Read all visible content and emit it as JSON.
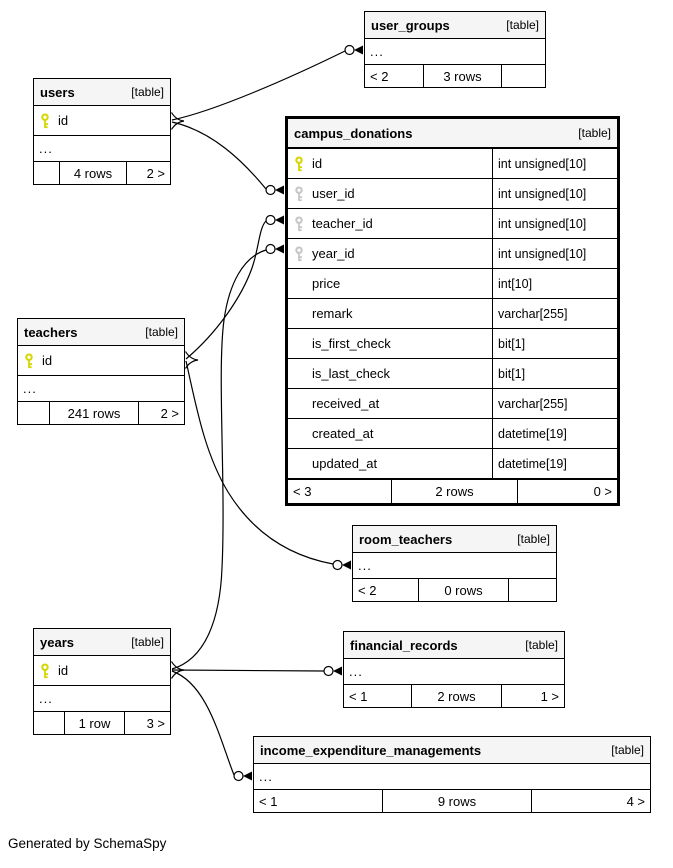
{
  "diagram": {
    "generator_note": "Generated by SchemaSpy"
  },
  "colors": {
    "primary_key_icon": "#d6d600",
    "foreign_key_icon": "#c6c6c6",
    "header_background": "#f5f5f5",
    "border": "#000000"
  },
  "tables": {
    "user_groups": {
      "name": "user_groups",
      "badge": "[table]",
      "ellipsis": "...",
      "footer": {
        "left": "< 2",
        "center": "3 rows",
        "right": ""
      }
    },
    "users": {
      "name": "users",
      "badge": "[table]",
      "pk_column": "id",
      "ellipsis": "...",
      "footer": {
        "left": "",
        "center": "4 rows",
        "right": "2 >"
      }
    },
    "campus_donations": {
      "name": "campus_donations",
      "badge": "[table]",
      "columns": [
        {
          "name": "id",
          "type": "int unsigned[10]",
          "key": "primary"
        },
        {
          "name": "user_id",
          "type": "int unsigned[10]",
          "key": "foreign"
        },
        {
          "name": "teacher_id",
          "type": "int unsigned[10]",
          "key": "foreign"
        },
        {
          "name": "year_id",
          "type": "int unsigned[10]",
          "key": "foreign"
        },
        {
          "name": "price",
          "type": "int[10]",
          "key": "none"
        },
        {
          "name": "remark",
          "type": "varchar[255]",
          "key": "none"
        },
        {
          "name": "is_first_check",
          "type": "bit[1]",
          "key": "none"
        },
        {
          "name": "is_last_check",
          "type": "bit[1]",
          "key": "none"
        },
        {
          "name": "received_at",
          "type": "varchar[255]",
          "key": "none"
        },
        {
          "name": "created_at",
          "type": "datetime[19]",
          "key": "none"
        },
        {
          "name": "updated_at",
          "type": "datetime[19]",
          "key": "none"
        }
      ],
      "footer": {
        "left": "< 3",
        "center": "2 rows",
        "right": "0 >"
      }
    },
    "teachers": {
      "name": "teachers",
      "badge": "[table]",
      "pk_column": "id",
      "ellipsis": "...",
      "footer": {
        "left": "",
        "center": "241 rows",
        "right": "2 >"
      }
    },
    "room_teachers": {
      "name": "room_teachers",
      "badge": "[table]",
      "ellipsis": "...",
      "footer": {
        "left": "< 2",
        "center": "0 rows",
        "right": ""
      }
    },
    "years": {
      "name": "years",
      "badge": "[table]",
      "pk_column": "id",
      "ellipsis": "...",
      "footer": {
        "left": "",
        "center": "1 row",
        "right": "3 >"
      }
    },
    "financial_records": {
      "name": "financial_records",
      "badge": "[table]",
      "ellipsis": "...",
      "footer": {
        "left": "< 1",
        "center": "2 rows",
        "right": "1 >"
      }
    },
    "income_expenditure_managements": {
      "name": "income_expenditure_managements",
      "badge": "[table]",
      "ellipsis": "...",
      "footer": {
        "left": "< 1",
        "center": "9 rows",
        "right": "4 >"
      }
    }
  },
  "relationships": [
    {
      "from": "users.id",
      "to": "user_groups"
    },
    {
      "from": "users.id",
      "to": "campus_donations.user_id"
    },
    {
      "from": "teachers.id",
      "to": "campus_donations.teacher_id"
    },
    {
      "from": "teachers.id",
      "to": "room_teachers"
    },
    {
      "from": "years.id",
      "to": "campus_donations.year_id"
    },
    {
      "from": "years.id",
      "to": "financial_records"
    },
    {
      "from": "years.id",
      "to": "income_expenditure_managements"
    }
  ]
}
